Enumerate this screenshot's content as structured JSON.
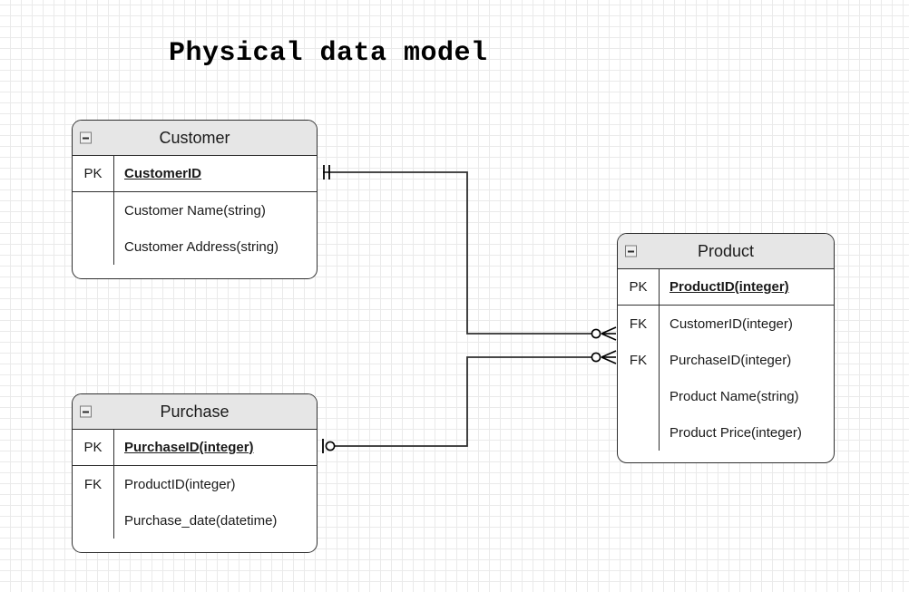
{
  "title": "Physical data model",
  "entities": [
    {
      "id": "customer",
      "name": "Customer",
      "collapse_icon": "collapse-minus-icon",
      "rows": [
        {
          "key": "PK",
          "name": "CustomerID",
          "pk": true
        },
        {
          "key": "",
          "name": "Customer Name(string)",
          "pk": false
        },
        {
          "key": "",
          "name": "Customer Address(string)",
          "pk": false
        }
      ]
    },
    {
      "id": "product",
      "name": "Product",
      "collapse_icon": "collapse-minus-icon",
      "rows": [
        {
          "key": "PK",
          "name": "ProductID(integer)",
          "pk": true
        },
        {
          "key": "FK",
          "name": "CustomerID(integer)",
          "pk": false
        },
        {
          "key": "FK",
          "name": "PurchaseID(integer)",
          "pk": false
        },
        {
          "key": "",
          "name": "Product Name(string)",
          "pk": false
        },
        {
          "key": "",
          "name": "Product Price(integer)",
          "pk": false
        }
      ]
    },
    {
      "id": "purchase",
      "name": "Purchase",
      "collapse_icon": "collapse-minus-icon",
      "rows": [
        {
          "key": "PK",
          "name": "PurchaseID(integer)",
          "pk": true
        },
        {
          "key": "FK",
          "name": "ProductID(integer)",
          "pk": false
        },
        {
          "key": "",
          "name": "Purchase_date(datetime)",
          "pk": false
        }
      ]
    }
  ],
  "relationships": [
    {
      "id": "customer-to-product",
      "from": "customer",
      "to": "product",
      "from_cardinality": "exactly-one",
      "to_cardinality": "zero-or-many"
    },
    {
      "id": "purchase-to-product",
      "from": "purchase",
      "to": "product",
      "from_cardinality": "zero-or-one",
      "to_cardinality": "zero-or-many"
    }
  ],
  "colors": {
    "header_fill": "#e6e6e6",
    "border": "#2f2f2f",
    "body_fill": "#ffffff",
    "text": "#1a1a1a",
    "grid_minor": "#eaeaea",
    "grid_major": "#d4d4d4"
  }
}
